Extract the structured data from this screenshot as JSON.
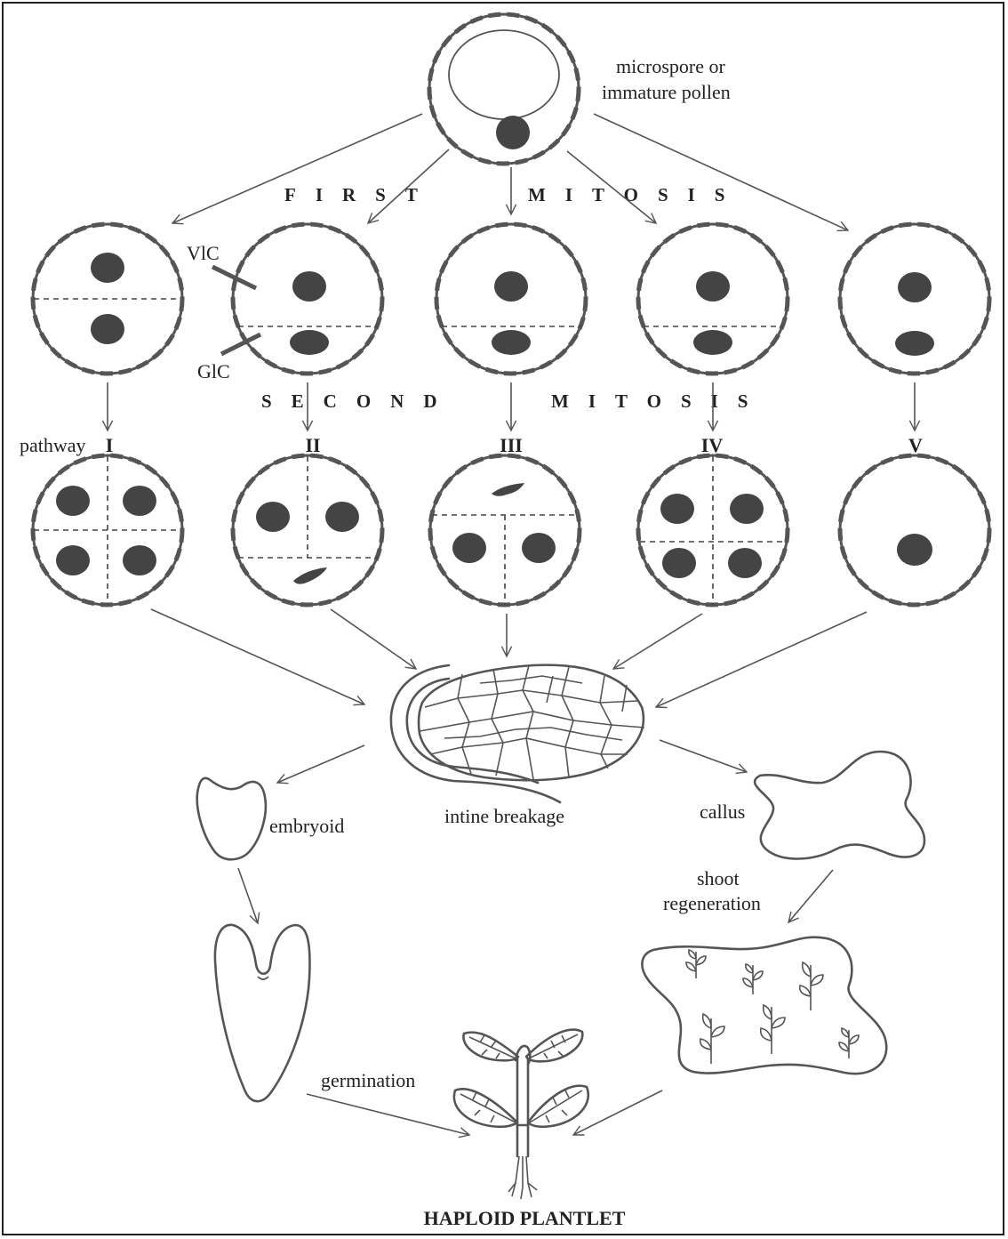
{
  "labels": {
    "microspore_line1": "microspore or",
    "microspore_line2": "immature pollen",
    "first_word": "FIRST",
    "mitosis_word": "MITOSIS",
    "second_word": "SECOND",
    "mitosis_word2": "MITOSIS",
    "vlc": "VlC",
    "glc": "GlC",
    "pathway": "pathway",
    "pathway_numerals": [
      "I",
      "II",
      "III",
      "IV",
      "V"
    ],
    "intine_breakage": "intine breakage",
    "embryoid": "embryoid",
    "callus": "callus",
    "shoot_line1": "shoot",
    "shoot_line2": "regeneration",
    "germination": "germination",
    "haploid_plantlet": "HAPLOID PLANTLET"
  },
  "colors": {
    "line": "#555555",
    "nucleus": "#444444",
    "text": "#222222"
  }
}
